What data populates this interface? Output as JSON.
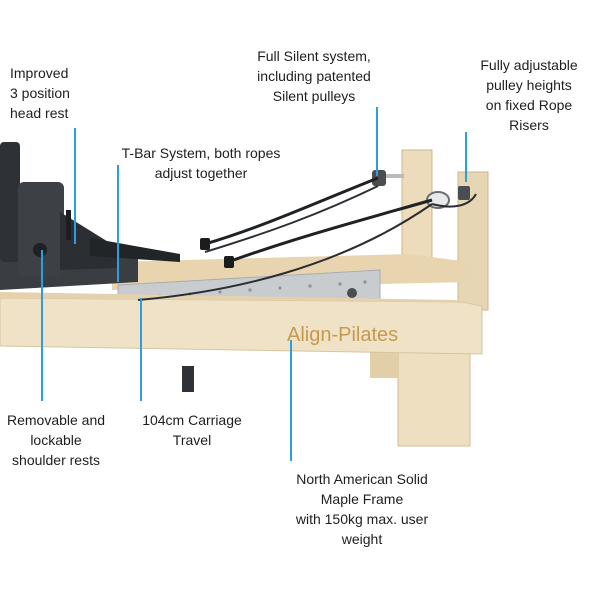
{
  "labels": {
    "head_rest": "Improved\n3 position\nhead rest",
    "t_bar": "T-Bar System, both ropes\nadjust together",
    "silent": "Full Silent system,\nincluding patented\nSilent pulleys",
    "pulley": "Fully adjustable\npulley heights\non fixed Rope\nRisers",
    "shoulder": "Removable and\nlockable\nshoulder rests",
    "carriage": "104cm Carriage\nTravel",
    "frame": "North American Solid\nMaple Frame\nwith 150kg max. user\nweight"
  },
  "brand": {
    "logo_text": "Align-Pilates"
  },
  "colors": {
    "leader_line": "#2b9fe0",
    "maple": "#ecdcbc",
    "carriage": "#2e3236",
    "rail": "#c9ccce",
    "text": "#1e1e1e"
  }
}
